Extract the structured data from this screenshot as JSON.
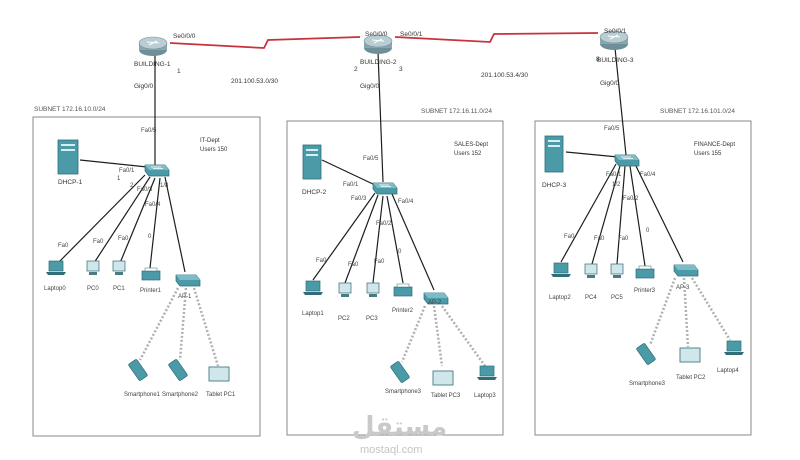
{
  "colors": {
    "wan_link": "#c8323c",
    "cable": "#1e1e1e",
    "wireless": "#b0b0b0",
    "device": "#4a9aa8",
    "router": "#9ab4bd",
    "box_border": "#8a8a8a"
  },
  "routers": [
    {
      "name": "BUILDING-1",
      "port_right": "Se0/0/0",
      "gig": "Gig0/0",
      "num_right": "1"
    },
    {
      "name": "BUILDING-2",
      "port_left": "Se0/0/0",
      "port_right": "Se0/0/1",
      "gig": "Gig0/0",
      "num_left": "2",
      "num_right": "3"
    },
    {
      "name": "BUILDING-3",
      "port_left": "Se0/0/1",
      "gig": "Gig0/0",
      "num_left": "8"
    }
  ],
  "wan_networks": [
    "201.100.53.0/30",
    "201.100.53.4/30"
  ],
  "buildings": [
    {
      "subnet": "SUBNET 172.16.10.0/24",
      "dept": "IT-Dept",
      "users": "Users 150",
      "dhcp": "DHCP-1",
      "switch_uplink": "Fa0/5",
      "switch_ports": [
        "Fa0/1",
        "Fa0/3",
        "Fa0/4"
      ],
      "switch_marks": [
        "1",
        "2",
        "1/8"
      ],
      "pc_ports": [
        "Fa0",
        "Fa0",
        "Fa0",
        "0"
      ],
      "end_devices": [
        "Laptop0",
        "PC0",
        "PC1",
        "Printer1"
      ],
      "ap": "AP-1",
      "wireless": [
        "Smartphone1",
        "Smartphone2",
        "Tablet PC1"
      ]
    },
    {
      "subnet": "SUBNET 172.16.11.0/24",
      "dept": "SALES-Dept",
      "users": "Users 152",
      "dhcp": "DHCP-2",
      "switch_uplink": "Fa0/5",
      "switch_ports": [
        "Fa0/1",
        "Fa0/3",
        "Fa0/4",
        "Fa0/2"
      ],
      "switch_marks": [],
      "pc_ports": [
        "Fa0",
        "Fa0",
        "Fa0",
        "0"
      ],
      "end_devices": [
        "Laptop1",
        "PC2",
        "PC3",
        "Printer2"
      ],
      "ap": "AP-2",
      "wireless": [
        "Smartphone3",
        "Tablet PC3",
        "Laptop3"
      ]
    },
    {
      "subnet": "SUBNET 172.16.101.0/24",
      "dept": "FINANCE-Dept",
      "users": "Users 155",
      "dhcp": "DHCP-3",
      "switch_uplink": "Fa0/5",
      "switch_ports": [
        "Fa0/1",
        "Fa0/2",
        "Fa0/4"
      ],
      "switch_marks": [
        "1/2"
      ],
      "pc_ports": [
        "Fa0",
        "Fa0",
        "Fa0",
        "0"
      ],
      "end_devices": [
        "Laptop2",
        "PC4",
        "PC5",
        "Printer3"
      ],
      "ap": "AP-3",
      "wireless": [
        "Smartphone3",
        "Tablet PC2",
        "Laptop4"
      ]
    }
  ],
  "watermark": {
    "arabic": "مستقل",
    "latin": "mostaql.com"
  }
}
